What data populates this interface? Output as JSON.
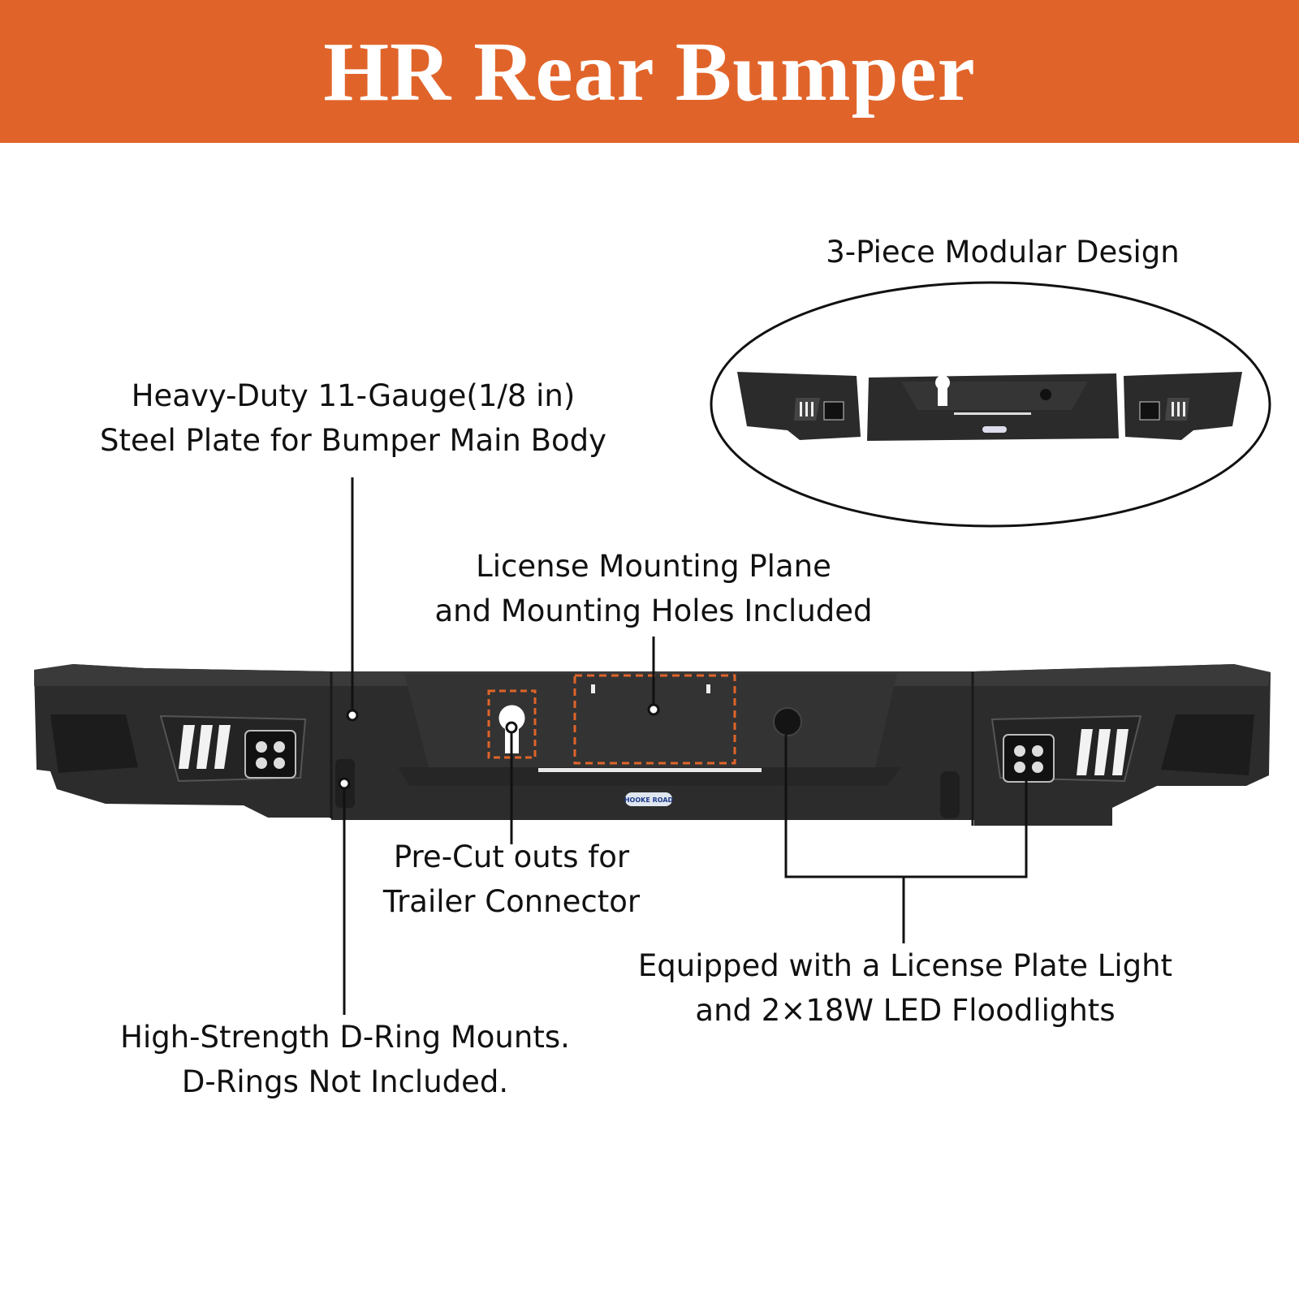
{
  "title": "HR Rear Bumper",
  "colors": {
    "banner": "#e0642a",
    "bumper": "#2b2b2b",
    "accent": "#e0642a",
    "text": "#111111"
  },
  "callouts": {
    "modular": {
      "line1": "3-Piece Modular Design"
    },
    "steel": {
      "line1": "Heavy-Duty 11-Gauge(1/8 in)",
      "line2": "Steel Plate for Bumper Main Body"
    },
    "license": {
      "line1": "License Mounting Plane",
      "line2": "and Mounting Holes Included"
    },
    "trailer": {
      "line1": "Pre-Cut outs for",
      "line2": "Trailer Connector"
    },
    "lights": {
      "line1": "Equipped with a License Plate Light",
      "line2": "and 2×18W LED Floodlights"
    },
    "dring": {
      "line1": "High-Strength D-Ring Mounts.",
      "line2": "D-Rings Not Included."
    }
  },
  "product": {
    "main_image": "rear-bumper-product-photo",
    "inset_image": "three-piece-bumper-photo",
    "brand_badge": "HOOKE ROAD"
  }
}
